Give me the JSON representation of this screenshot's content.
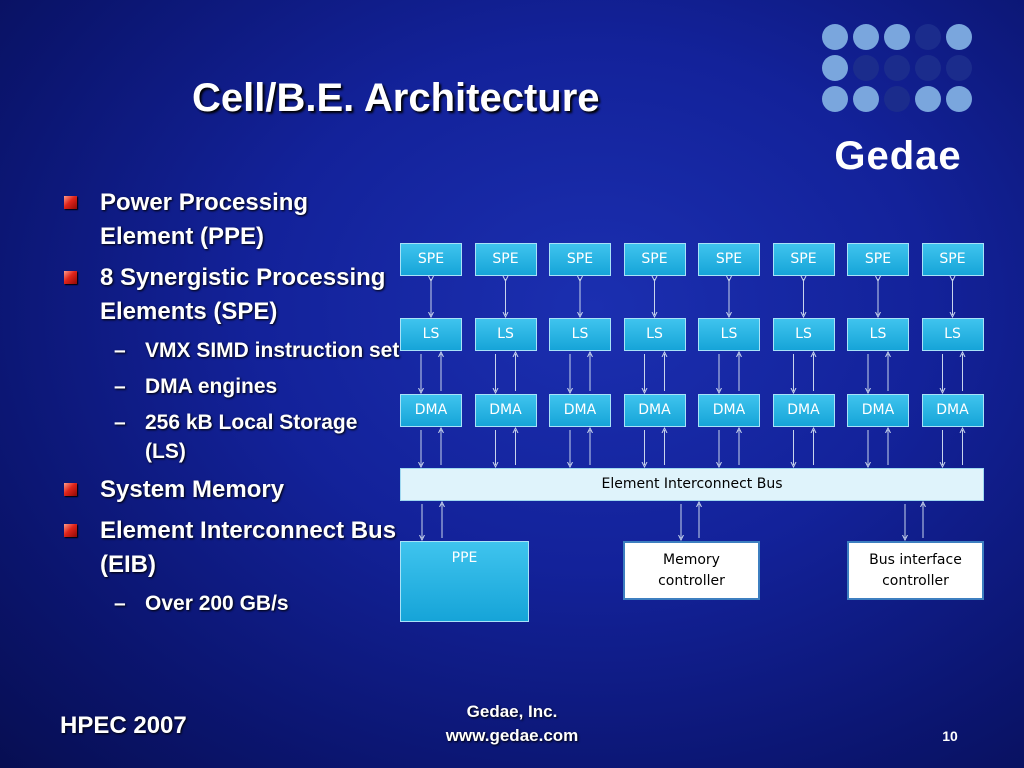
{
  "slide": {
    "title": "Cell/B.E. Architecture",
    "logo_text": "Gedae",
    "footer_left": "HPEC 2007",
    "footer_center_line1": "Gedae, Inc.",
    "footer_center_line2": "www.gedae.com",
    "page_number": "10"
  },
  "bullets": [
    {
      "level": 1,
      "text": "Power Processing Element (PPE)"
    },
    {
      "level": 1,
      "text": "8 Synergistic Processing Elements (SPE)"
    },
    {
      "level": 2,
      "text": "VMX SIMD instruction set"
    },
    {
      "level": 2,
      "text": "DMA engines"
    },
    {
      "level": 2,
      "text": "256 kB Local Storage (LS)"
    },
    {
      "level": 1,
      "text": "System Memory"
    },
    {
      "level": 1,
      "text": "Element Interconnect Bus (EIB)"
    },
    {
      "level": 2,
      "text": "Over 200 GB/s"
    }
  ],
  "diagram": {
    "spe_label": "SPE",
    "ls_label": "LS",
    "dma_label": "DMA",
    "column_count": 8,
    "bus_label": "Element Interconnect Bus",
    "ppe_label": "PPE",
    "memory_controller_label": "Memory controller",
    "bus_interface_controller_label": "Bus interface controller"
  },
  "colors": {
    "block_fill": "#1aa8dc",
    "bus_fill": "#dff3fb",
    "bullet_marker": "#d8281c",
    "background": "#13229a"
  }
}
